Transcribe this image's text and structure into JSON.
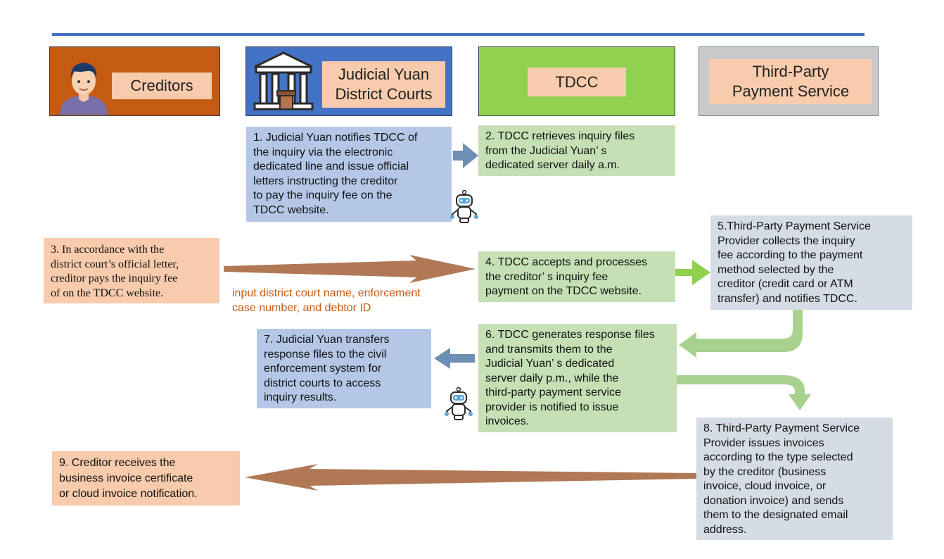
{
  "headers": {
    "creditors": "Creditors",
    "courts": "Judicial Yuan\nDistrict Courts",
    "tdcc": "TDCC",
    "third_party": "Third-Party\nPayment Service"
  },
  "steps": {
    "s1": "1. Judicial Yuan notifies TDCC of\n    the inquiry via the electronic\n    dedicated line and issue official\n    letters instructing the creditor\n    to pay the inquiry fee on the\n    TDCC website.",
    "s2": "2. TDCC retrieves inquiry files\n    from the Judicial Yuan’ s\n    dedicated server daily a.m.",
    "s3": "3. In accordance with the\n    district court’s official letter,\n    creditor pays the inquiry fee\n    of on the TDCC website.",
    "s4": "4. TDCC accepts and processes\n    the creditor’ s inquiry fee\n    payment on the TDCC website.",
    "s5": "5.Third-Party Payment Service\n    Provider collects the inquiry\n    fee according to the payment\n    method selected by the\n    creditor (credit card or ATM\n    transfer) and notifies TDCC.",
    "s6": "6. TDCC generates response files\n    and transmits them to the\n    Judicial Yuan’ s dedicated\n    server daily p.m., while the\n    third-party payment service\n    provider is notified to issue\n    invoices.",
    "s7": "7. Judicial Yuan transfers\n    response files to the civil\n    enforcement system for\n    district courts to access\n    inquiry results.",
    "s8": "8. Third-Party Payment Service\n    Provider issues invoices\n    according to the type selected\n    by the creditor (business\n    invoice, cloud invoice, or\n    donation invoice) and sends\n    them to the designated email\n    address.",
    "s9": "9. Creditor receives the\n    business invoice certificate\n    or cloud invoice notification."
  },
  "note": "input district court name, enforcement\ncase number, and debtor ID",
  "icons": [
    "person-avatar-icon",
    "courthouse-icon",
    "robot-icon"
  ],
  "colors": {
    "line": "#4472c4",
    "creditors_bg": "#c55a11",
    "courts_bg": "#4472c4",
    "tdcc_bg": "#92d050",
    "third_party_bg": "#c9c9c9",
    "label_bg": "#f8cbad",
    "step_blue": "#b4c7e7",
    "step_green": "#c5e0b4",
    "step_grey": "#d6dce5",
    "arrow_brown": "#b07855",
    "arrow_green": "#92d050",
    "arrow_blue": "#6d8fb3",
    "note_text": "#c55a11"
  }
}
